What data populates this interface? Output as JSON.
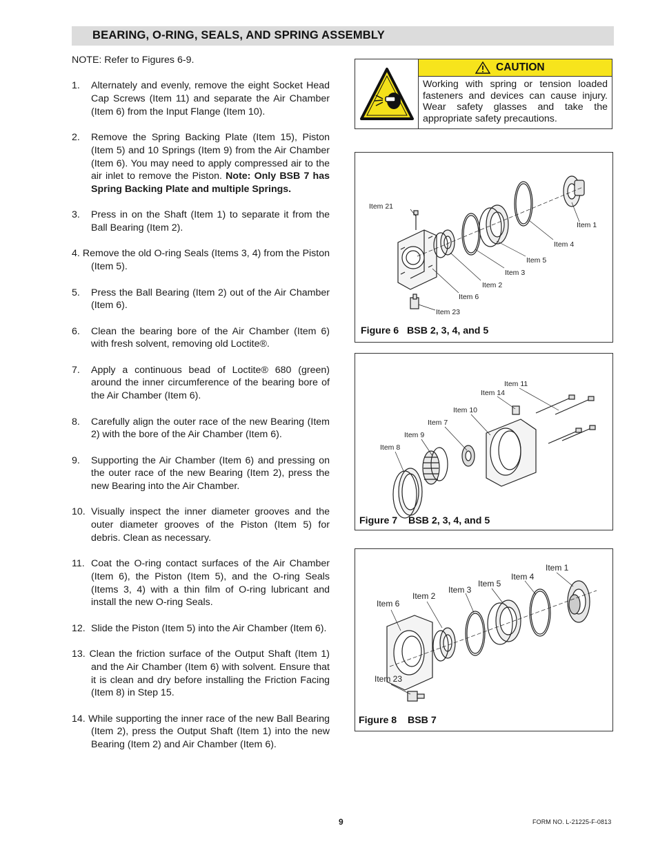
{
  "section": {
    "title": "BEARING, O-RING, SEALS, AND SPRING ASSEMBLY"
  },
  "note": "NOTE: Refer to Figures 6-9.",
  "steps": [
    {
      "num": "1.",
      "text": "Alternately and evenly, remove the eight Socket Head Cap Screws (Item 11) and separate the Air Chamber (Item 6) from the Input Flange (Item 10)."
    },
    {
      "num": "2.",
      "text": "Remove the Spring Backing Plate (Item 15), Piston (Item 5) and 10 Springs (Item 9) from the Air Chamber (Item 6). You may need to apply compressed air to the air inlet to remove the Piston. ",
      "bold": "Note: Only BSB 7 has Spring Backing Plate and multiple Springs."
    },
    {
      "num": "3.",
      "text": "Press in on the Shaft (Item 1) to separate it from the Ball Bearing (Item 2)."
    },
    {
      "num": "4.",
      "text": "Remove the old O-ring Seals (Items 3, 4) from the Piston (Item 5)."
    },
    {
      "num": "5.",
      "text": "Press the Ball Bearing (Item 2) out of the Air Chamber (Item 6)."
    },
    {
      "num": "6.",
      "text": "Clean the bearing bore of the Air Chamber (Item 6) with fresh solvent, removing old Loctite®."
    },
    {
      "num": "7.",
      "text": "Apply a continuous bead of Loctite® 680 (green) around the inner circumference of the bearing bore of the Air Chamber (Item 6)."
    },
    {
      "num": "8.",
      "text": "Carefully align the outer race of the new Bearing (Item 2) with the bore of the Air Chamber (Item 6)."
    },
    {
      "num": "9.",
      "text": "Supporting the Air Chamber (Item 6) and pressing on the outer race of the new Bearing (Item 2), press the new Bearing into the Air Chamber."
    },
    {
      "num": "10.",
      "text": "Visually inspect the inner diameter grooves and the outer diameter grooves of the Piston (Item 5) for debris. Clean as necessary."
    },
    {
      "num": "11.",
      "text": "Coat the O-ring contact surfaces of the Air Chamber (Item 6), the Piston (Item 5), and the O-ring Seals (Items 3, 4) with a thin film of O-ring lubricant and install the new O-ring Seals."
    },
    {
      "num": "12.",
      "text": "Slide the Piston (Item 5) into the Air Chamber (Item 6)."
    },
    {
      "num": "13.",
      "text": "Clean the friction surface of the Output Shaft (Item 1) and the Air Chamber (Item 6) with solvent. Ensure that it is clean and dry before installing the Friction Facing (Item 8) in Step 15."
    },
    {
      "num": "14.",
      "text": "While supporting the inner race of the new Ball Bearing (Item 2), press the Output Shaft (Item 1) into the new Bearing (Item 2) and Air Chamber (Item 6)."
    }
  ],
  "caution": {
    "label": "CAUTION",
    "text": "Working with spring or tension loaded fasteners and devices can cause injury. Wear safety glasses and take the appropriate safety precautions.",
    "icon": "safety-glasses-warning-icon",
    "header_color": "#f7e41c"
  },
  "figures": {
    "fig6": {
      "caption": "Figure 6   BSB 2, 3, 4, and 5",
      "labels": {
        "item21": "Item 21",
        "item1": "Item 1",
        "item4": "Item 4",
        "item5": "Item 5",
        "item3": "Item 3",
        "item2": "Item 2",
        "item6": "Item 6",
        "item23": "Item 23"
      }
    },
    "fig7": {
      "caption": "Figure 7    BSB 2, 3, 4, and 5",
      "labels": {
        "item11": "Item 11",
        "item14": "Item 14",
        "item10": "Item 10",
        "item7": "Item 7",
        "item9": "Item 9",
        "item8": "Item 8"
      }
    },
    "fig8": {
      "caption": "Figure 8    BSB 7",
      "labels": {
        "item1": "Item 1",
        "item4": "Item 4",
        "item5": "Item 5",
        "item3": "Item 3",
        "item2": "Item 2",
        "item6": "Item 6",
        "item23": "Item 23"
      }
    }
  },
  "footer": {
    "page": "9",
    "form": "FORM NO. L-21225-F-0813"
  }
}
